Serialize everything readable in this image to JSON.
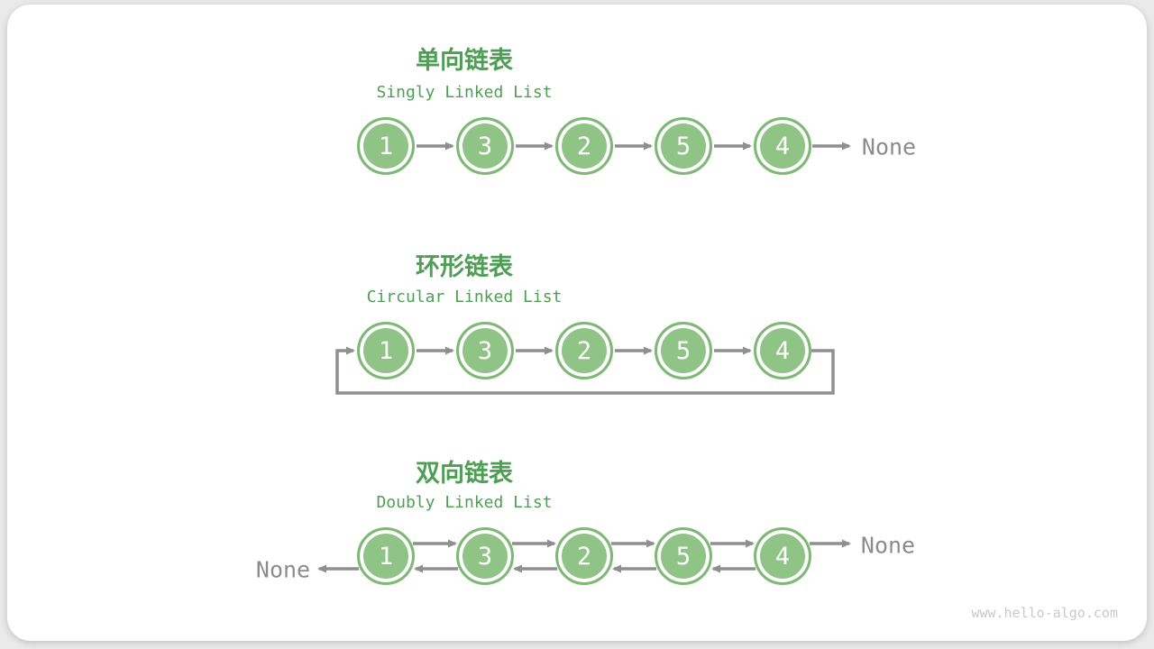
{
  "page": {
    "watermark": "www.hello-algo.com"
  },
  "colors": {
    "title_green": "#4f9e55",
    "node_fill": "#8fc486",
    "node_border": "#7db974",
    "node_text": "#ffffff",
    "arrow_gray": "#8f8f8f",
    "none_text_gray": "#8c8c8c",
    "watermark_gray": "#c9c9c9",
    "card_background": "#ffffff",
    "page_background": "#eaeaea"
  },
  "sections": {
    "singly": {
      "title_zh": "单向链表",
      "title_en": "Singly Linked List",
      "nodes": [
        "1",
        "3",
        "2",
        "5",
        "4"
      ],
      "tail_label": "None"
    },
    "circular": {
      "title_zh": "环形链表",
      "title_en": "Circular Linked List",
      "nodes": [
        "1",
        "3",
        "2",
        "5",
        "4"
      ]
    },
    "doubly": {
      "title_zh": "双向链表",
      "title_en": "Doubly Linked List",
      "nodes": [
        "1",
        "3",
        "2",
        "5",
        "4"
      ],
      "head_label": "None",
      "tail_label": "None"
    }
  }
}
